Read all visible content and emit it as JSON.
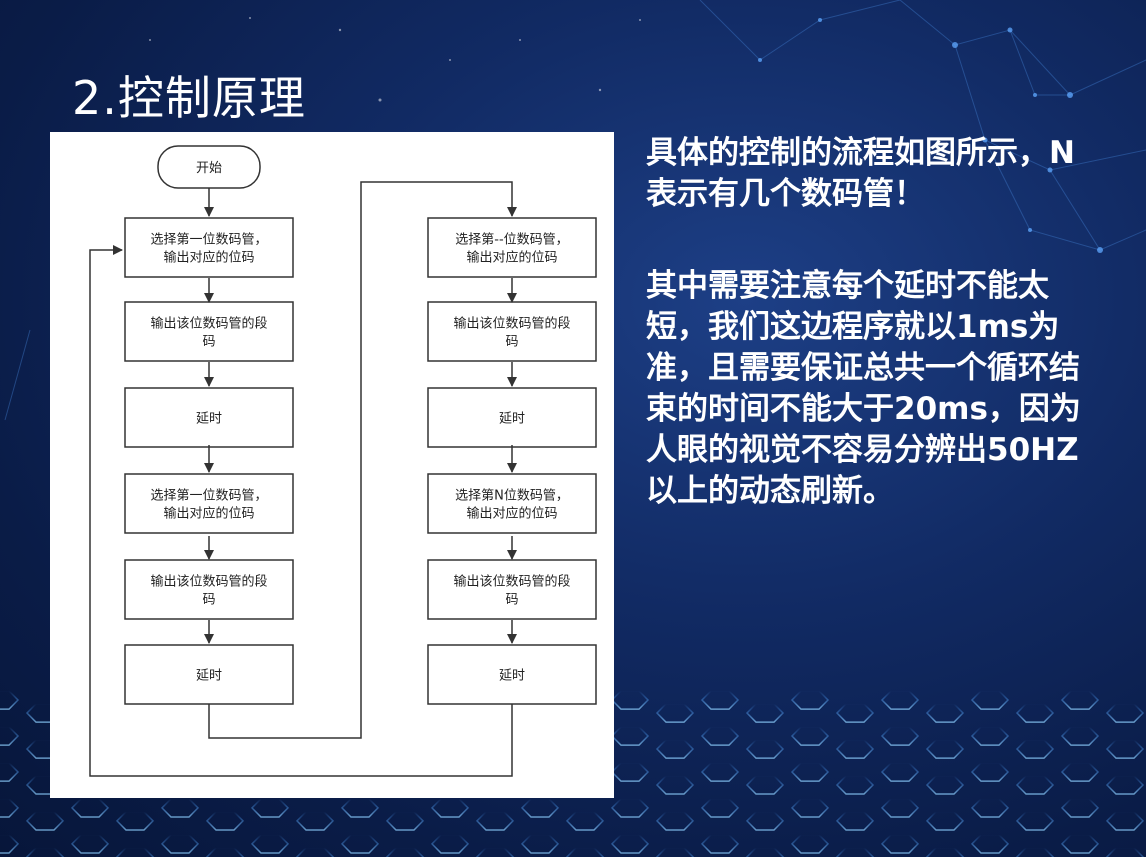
{
  "slide": {
    "title": "2.控制原理",
    "description_1": "具体的控制的流程如图所示，N表示有几个数码管！",
    "description_2": "其中需要注意每个延时不能太短，我们这边程序就以1ms为准，且需要保证总共一个循环结束的时间不能大于20ms，因为人眼的视觉不容易分辨出50HZ以上的动态刷新。"
  },
  "flowchart": {
    "start": "开始",
    "left_column": [
      {
        "lines": [
          "选择第一位数码管，",
          "输出对应的位码"
        ]
      },
      {
        "lines": [
          "输出该位数码管的段",
          "码"
        ]
      },
      {
        "lines": [
          "延时"
        ]
      },
      {
        "lines": [
          "选择第一位数码管，",
          "输出对应的位码"
        ]
      },
      {
        "lines": [
          "输出该位数码管的段",
          "码"
        ]
      },
      {
        "lines": [
          "延时"
        ]
      }
    ],
    "right_column": [
      {
        "lines": [
          "选择第--位数码管，",
          "输出对应的位码"
        ]
      },
      {
        "lines": [
          "输出该位数码管的段",
          "码"
        ]
      },
      {
        "lines": [
          "延时"
        ]
      },
      {
        "lines": [
          "选择第N位数码管，",
          "输出对应的位码"
        ]
      },
      {
        "lines": [
          "输出该位数码管的段",
          "码"
        ]
      },
      {
        "lines": [
          "延时"
        ]
      }
    ]
  }
}
